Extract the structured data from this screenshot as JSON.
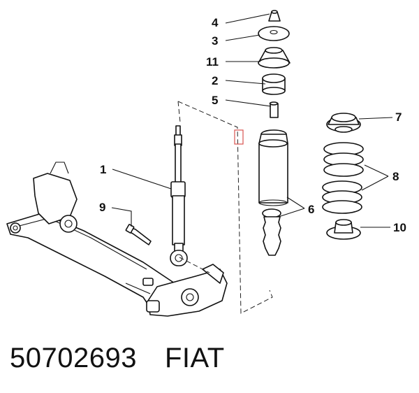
{
  "callouts": {
    "c1": "1",
    "c2": "2",
    "c3": "3",
    "c4": "4",
    "c5": "5",
    "c6": "6",
    "c7": "7",
    "c8": "8",
    "c9": "9",
    "c10": "10",
    "c11": "11"
  },
  "caption": {
    "part_number": "50702693",
    "brand": "FIAT"
  },
  "colors": {
    "line": "#111111",
    "highlight": "#d9534f"
  }
}
